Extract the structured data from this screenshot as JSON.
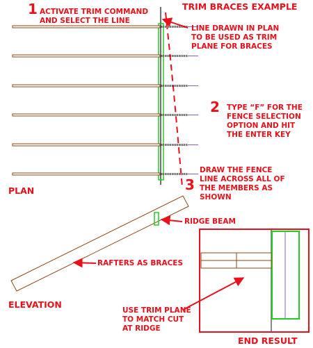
{
  "title": "TRIM BRACES EXAMPLE",
  "steps": [
    {
      "number": "1",
      "text": "ACTIVATE TRIM COMMAND\nAND SELECT THE LINE"
    },
    {
      "number": "2",
      "text": "TYPE “F” FOR THE\nFENCE SELECTION\nOPTION AND HIT\nTHE ENTER KEY"
    },
    {
      "number": "3",
      "text": "DRAW THE FENCE\nLINE ACROSS ALL OF\nTHE MEMBERS AS\nSHOWN"
    }
  ],
  "callouts": {
    "trim_plane": "LINE DRAWN IN PLAN\nTO BE USED AS TRIM\nPLANE FOR BRACES",
    "ridge_beam": "RIDGE BEAM",
    "rafters": "RAFTERS AS BRACES",
    "trim_plane_ridge": "USE TRIM PLANE\nTO MATCH CUT\nAT RIDGE"
  },
  "views": {
    "plan": "PLAN",
    "elevation": "ELEVATION",
    "end_result": "END RESULT"
  },
  "colors": {
    "annotation": "#e8101a",
    "member": "#8b4513",
    "member_fill": "#ffffff",
    "purple": "#8a5cc8",
    "ridge": "#22cc22",
    "line": "#111111",
    "fence": "#e8101a"
  }
}
